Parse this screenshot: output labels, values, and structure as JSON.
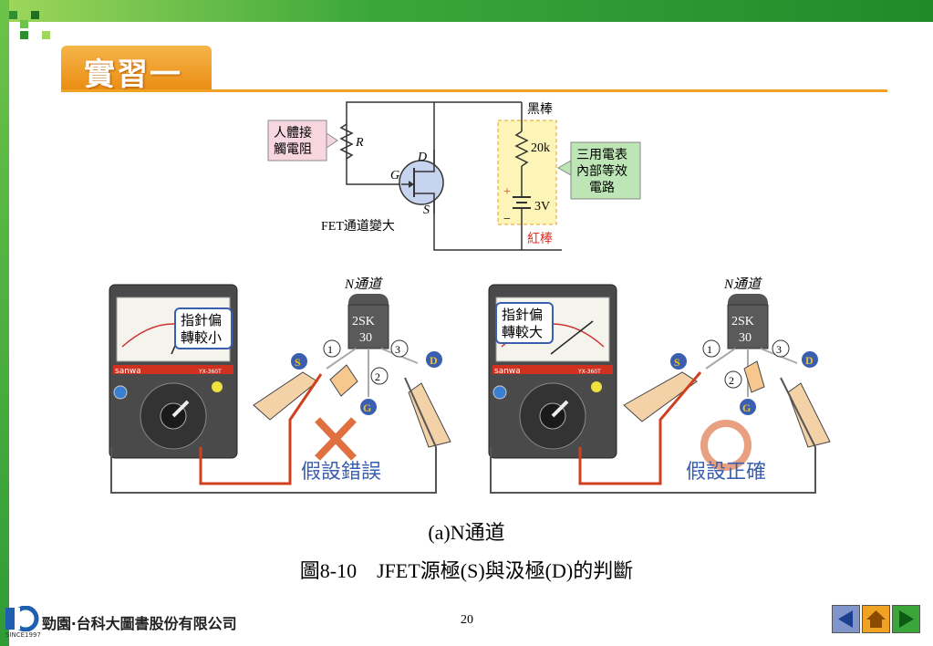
{
  "slide": {
    "title": "實習一",
    "caption_sub": "(a)N通道",
    "caption_main": "圖8-10　JFET源極(S)與汲極(D)的判斷",
    "page_number": "20",
    "publisher": "勁園‧台科大圖書股份有限公司",
    "since": "SINCE1997"
  },
  "circuit": {
    "body_resistance_label": "人體接\n觸電阻",
    "r_label": "R",
    "d_label": "D",
    "g_label": "G",
    "s_label": "S",
    "fet_label": "FET通道變大",
    "black_probe": "黑棒",
    "red_probe": "紅棒",
    "r20k": "20k",
    "v3": "3V",
    "plus": "+",
    "minus": "−",
    "meter_box": "三用電表\n內部等效\n電路"
  },
  "left_panel": {
    "channel": "N通道",
    "part": "2SK\n30",
    "needle_label": "指針偏\n轉較小",
    "pins": [
      "①",
      "②",
      "③"
    ],
    "s": "S",
    "g": "G",
    "d": "D",
    "verdict": "假設錯誤",
    "brand": "sanwa",
    "model": "YX-360T"
  },
  "right_panel": {
    "channel": "N通道",
    "part": "2SK\n30",
    "needle_label": "指針偏\n轉較大",
    "pins": [
      "①",
      "②",
      "③"
    ],
    "s": "S",
    "g": "G",
    "d": "D",
    "verdict": "假設正確",
    "brand": "sanwa",
    "model": "YX-360T"
  },
  "nav": [
    "prev",
    "home",
    "next"
  ],
  "colors": {
    "orange": "#f0a224",
    "green": "#2f9b35",
    "blue": "#3a5fb0",
    "red": "#e03020"
  }
}
